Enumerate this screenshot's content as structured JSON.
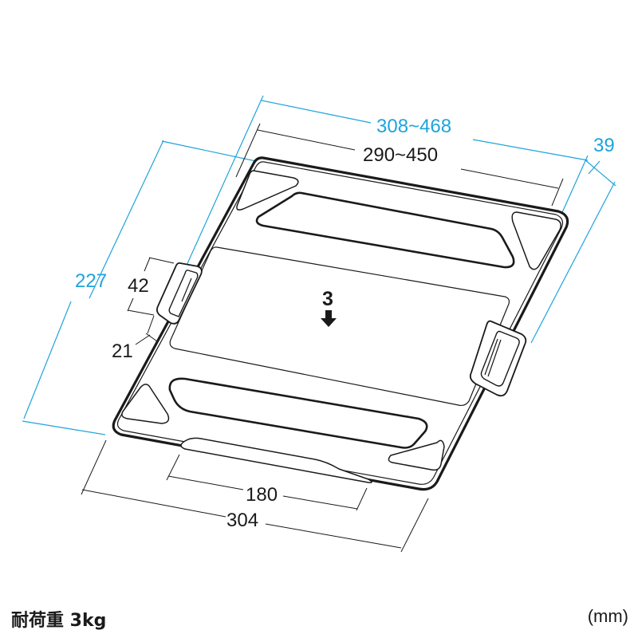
{
  "diagram": {
    "subject": "tablet holder plate",
    "colors": {
      "outline": "#1a1a1a",
      "outer_dimension": "#1fa3dc",
      "inner_dimension": "#1a1a1a"
    },
    "dimensions": {
      "outer_width": "308~468",
      "inner_width": "290~450",
      "depth": "39",
      "height": "227",
      "clamp_height": "42",
      "clamp_offset": "21",
      "bottom_width": "304",
      "lip_width": "180"
    },
    "load_marker": {
      "value": "3",
      "icon": "arrow-down-icon"
    }
  },
  "footer": {
    "load_capacity": "耐荷重 3kg",
    "unit": "(mm)"
  }
}
